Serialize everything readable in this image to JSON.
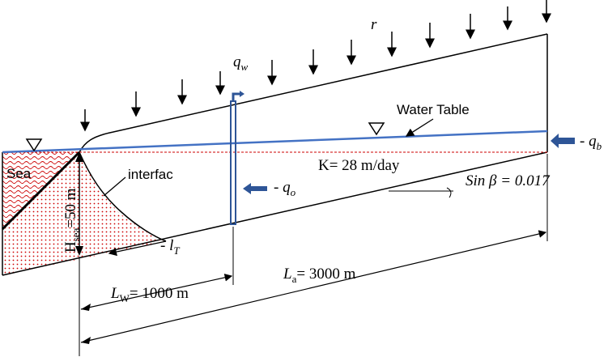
{
  "labels": {
    "recharge": "r",
    "well_rate": "q",
    "well_rate_sub": "w",
    "water_table": "Water Table",
    "boundary_flux": "- q",
    "boundary_flux_sub": "b",
    "sea": "Sea",
    "interface": "interfac",
    "conductivity": "K= 28 m/day",
    "slope": "Sin β = 0.017",
    "outflow": "- q",
    "outflow_sub": "o",
    "sea_head": "H",
    "sea_head_sub": "sea",
    "sea_head_value": "=50 m",
    "toe": "- l",
    "toe_sub": "T",
    "well_distance": "L",
    "well_distance_sub": "W",
    "well_distance_value": "= 1000 m",
    "aquifer_length": "L",
    "aquifer_length_sub": "a",
    "aquifer_length_value": "= 3000 m"
  },
  "colors": {
    "water_table": "#4472c4",
    "arrow_blue": "#2e5597",
    "sea_hatch": "#cc0000",
    "datum": "#cc0000"
  }
}
